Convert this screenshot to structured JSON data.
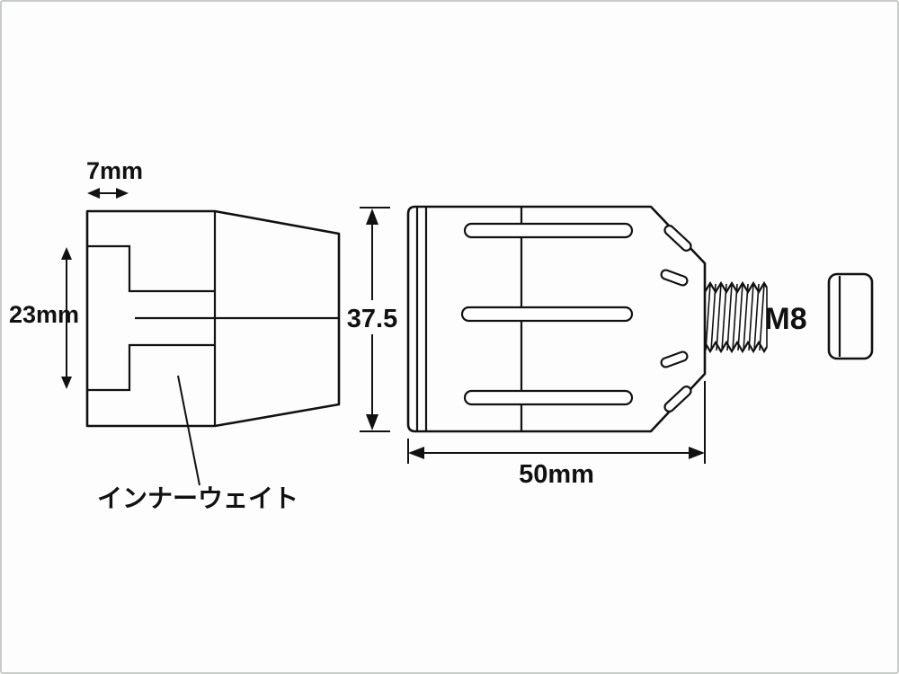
{
  "drawing": {
    "left_view": {
      "dim_top": "7mm",
      "dim_left": "23mm",
      "callout": "インナーウェイト"
    },
    "right_view": {
      "dim_height": "37.5",
      "dim_length": "50mm",
      "thread_label": "M8"
    },
    "colors": {
      "line": "#111111",
      "background": "#fdfdfd"
    }
  }
}
